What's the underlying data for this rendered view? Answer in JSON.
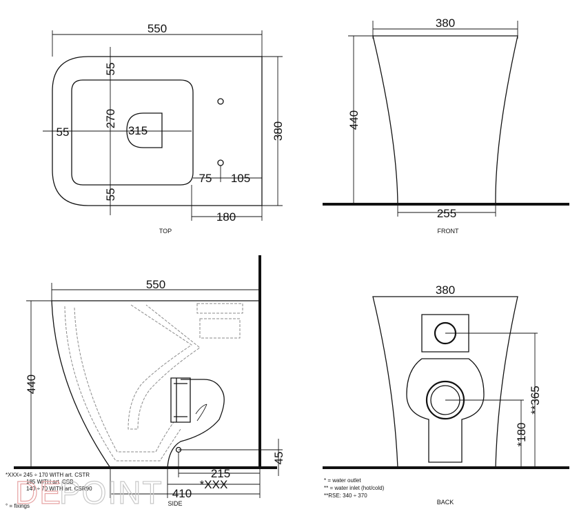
{
  "views": {
    "top": {
      "caption": "TOP",
      "dims": {
        "width": "550",
        "depth": "380",
        "rim_back": "55",
        "bowl_depth": "270",
        "rim_front": "55",
        "rim_side": "55",
        "bowl_length": "315",
        "fix_to_edge": "75",
        "fix_to_back": "105",
        "fix_spacing": "180"
      }
    },
    "front": {
      "caption": "FRONT",
      "dims": {
        "top_width": "380",
        "height": "440",
        "base_width": "255"
      }
    },
    "side": {
      "caption": "SIDE",
      "dims": {
        "length": "550",
        "height": "440",
        "outlet_height": "45",
        "outlet_distance": "215",
        "wall_distance": "*XXX",
        "base_length": "410"
      },
      "notes": [
        "*XXX= 245 ÷ 170 WITH art. CSTR",
        "185 WITH art. CSB",
        "140 ÷ 70 WITH art. CSR90",
        "° = fixings"
      ]
    },
    "back": {
      "caption": "BACK",
      "dims": {
        "width": "380",
        "inlet_height": "**365",
        "outlet_height": "*180"
      },
      "notes": [
        "* = water outlet",
        "** = water inlet (hot/cold)",
        "**RSE: 340 ÷ 370"
      ]
    }
  },
  "watermark": {
    "red_part": "DE",
    "grey_part": "POINT"
  }
}
